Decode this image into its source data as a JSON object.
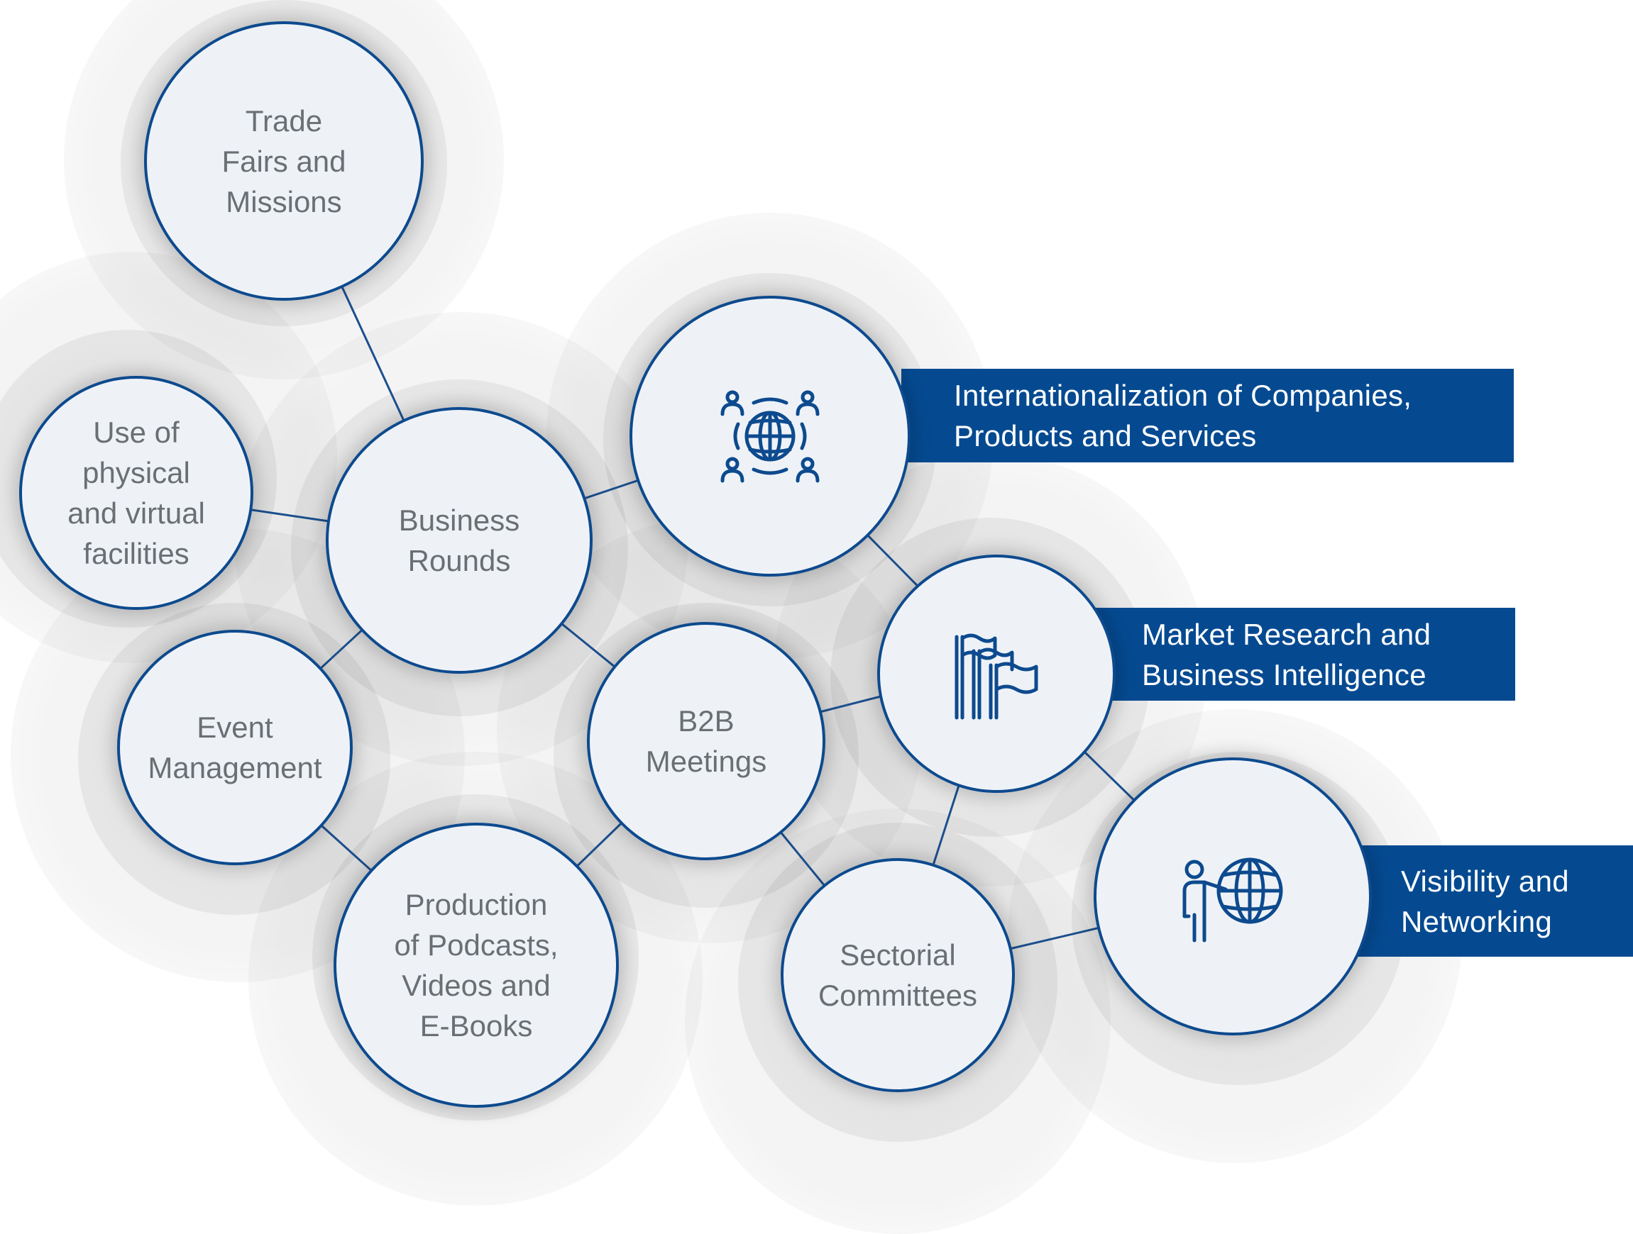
{
  "nodes": {
    "trade_fairs": "Trade\nFairs and\nMissions",
    "facilities": "Use of\nphysical\nand virtual\nfacilities",
    "business_rounds": "Business\nRounds",
    "event_management": "Event\nManagement",
    "b2b": "B2B\nMeetings",
    "podcasts": "Production\nof Podcasts,\nVideos and\nE-Books",
    "sectorial": "Sectorial\nCommittees",
    "internationalization_icon": "people-globe-icon",
    "market_research_icon": "flags-icon",
    "visibility_icon": "presenter-globe-icon"
  },
  "banners": {
    "internationalization": "Internationalization of Companies,\nProducts and Services",
    "market_research": "Market Research and\nBusiness Intelligence",
    "visibility": "Visibility and\nNetworking"
  },
  "colors": {
    "accent": "#054a91",
    "circle_border": "#0d4a8e",
    "circle_fill": "#eef2f7",
    "text": "#6a6f74"
  }
}
